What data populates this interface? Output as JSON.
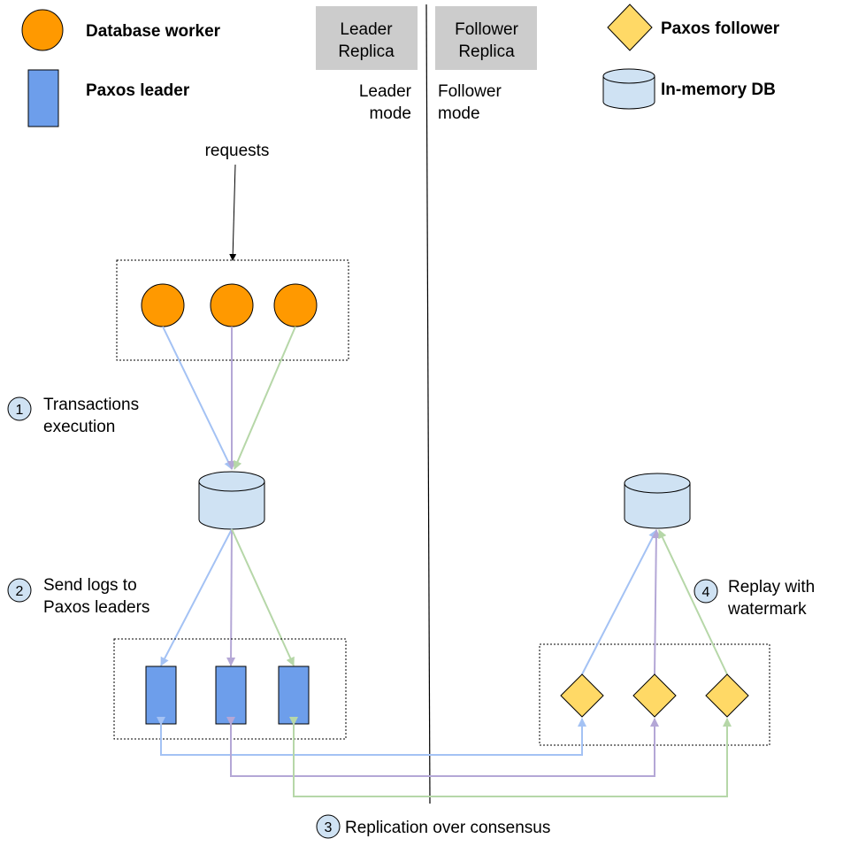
{
  "legend": {
    "database_worker": "Database worker",
    "paxos_leader": "Paxos leader",
    "paxos_follower": "Paxos follower",
    "in_memory_db": "In-memory DB"
  },
  "header": {
    "leader_replica": [
      "Leader",
      "Replica"
    ],
    "follower_replica": [
      "Follower",
      "Replica"
    ],
    "leader_mode": [
      "Leader",
      "mode"
    ],
    "follower_mode": [
      "Follower",
      "mode"
    ]
  },
  "requests_label": "requests",
  "steps": [
    {
      "number": "1",
      "lines": [
        "Transactions",
        "execution"
      ]
    },
    {
      "number": "2",
      "lines": [
        "Send logs to",
        "Paxos leaders"
      ]
    },
    {
      "number": "3",
      "lines": [
        "Replication over consensus"
      ]
    },
    {
      "number": "4",
      "lines": [
        "Replay with",
        "watermark"
      ]
    }
  ],
  "colors": {
    "worker_fill": "#ff9900",
    "leader_fill": "#6d9eeb",
    "follower_fill": "#ffd966",
    "db_fill": "#cfe2f3",
    "replica_box": "#cccccc",
    "blue_line": "#a4c2f4",
    "purple_line": "#b4a7d6",
    "green_line": "#b6d7a8",
    "step_circle": "#cfe2f3"
  }
}
